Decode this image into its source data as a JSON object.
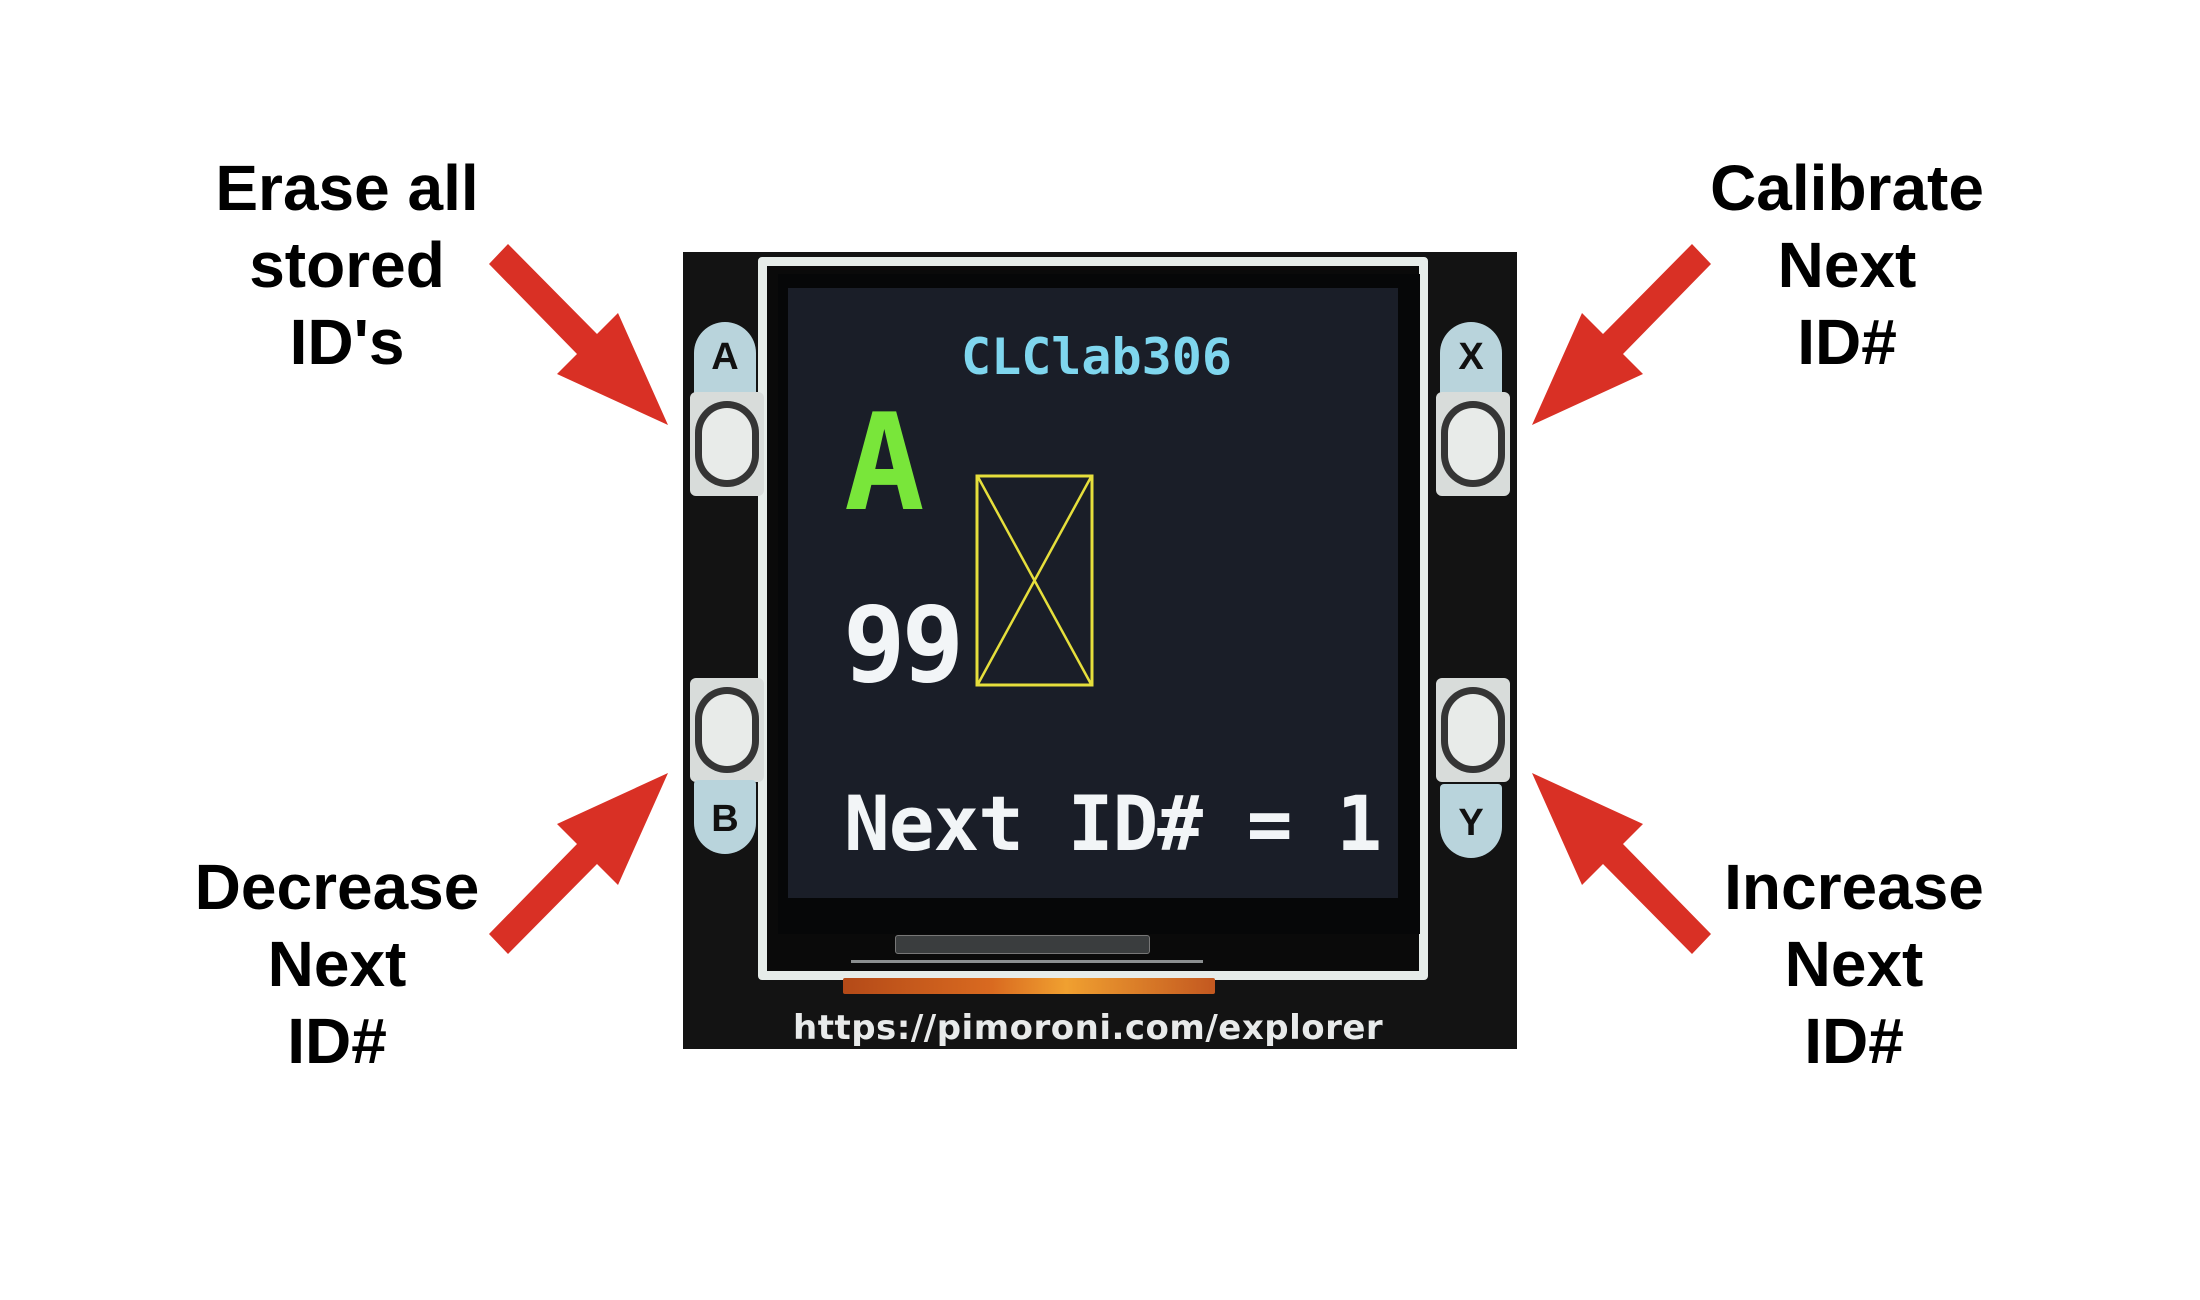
{
  "labels": {
    "top_left": [
      "Erase all",
      "stored",
      "ID's"
    ],
    "top_right": [
      "Calibrate",
      "Next",
      "ID#"
    ],
    "bottom_left": [
      "Decrease",
      "Next",
      "ID#"
    ],
    "bottom_right": [
      "Increase",
      "Next",
      "ID#"
    ]
  },
  "device": {
    "buttons": {
      "a": "A",
      "b": "B",
      "x": "X",
      "y": "Y"
    },
    "screen": {
      "title": "CLClab306",
      "letter": "A",
      "count": "99",
      "next_id": "Next ID# = 1"
    },
    "url": "https://pimoroni.com/explorer"
  },
  "colors": {
    "arrow": "#d93025",
    "screen_title": "#7fd6ee",
    "screen_letter": "#79e63a",
    "screen_box": "#e6df3c",
    "screen_text": "#f2f5f7"
  }
}
